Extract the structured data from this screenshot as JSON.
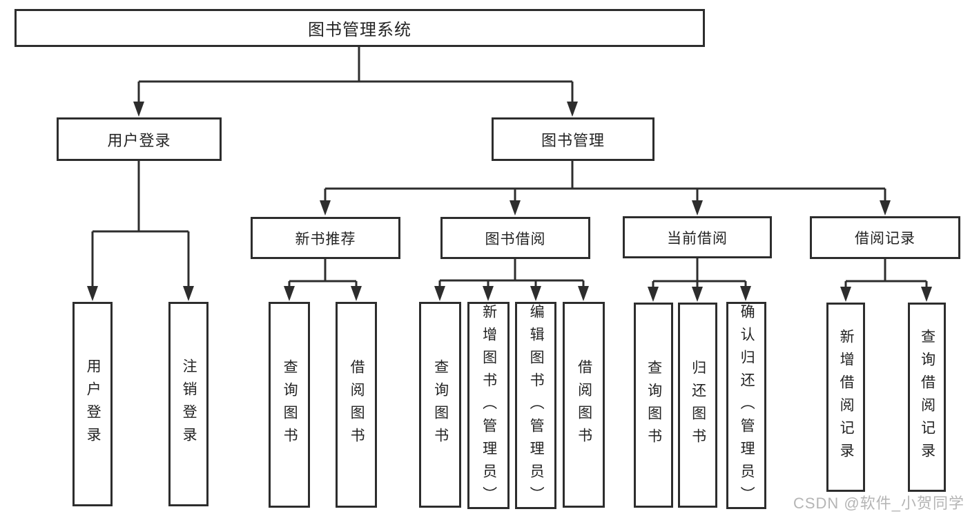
{
  "tree": {
    "root": {
      "label": "图书管理系统"
    },
    "children": [
      {
        "label": "用户登录",
        "children": [
          {
            "label": "用户登录"
          },
          {
            "label": "注销登录"
          }
        ]
      },
      {
        "label": "图书管理",
        "children": [
          {
            "label": "新书推荐",
            "children": [
              {
                "label": "查询图书"
              },
              {
                "label": "借阅图书"
              }
            ]
          },
          {
            "label": "图书借阅",
            "children": [
              {
                "label": "查询图书"
              },
              {
                "label": "新增图书（管理员）"
              },
              {
                "label": "编辑图书（管理员）"
              },
              {
                "label": "借阅图书"
              }
            ]
          },
          {
            "label": "当前借阅",
            "children": [
              {
                "label": "查询图书"
              },
              {
                "label": "归还图书"
              },
              {
                "label": "确认归还（管理员）"
              }
            ]
          },
          {
            "label": "借阅记录",
            "children": [
              {
                "label": "新增借阅记录"
              },
              {
                "label": "查询借阅记录"
              }
            ]
          }
        ]
      }
    ]
  },
  "watermark": {
    "text": "CSDN @软件_小贺同学"
  },
  "colors": {
    "line": "#2d2d2d",
    "text": "#232323",
    "box_background": "#ffffff",
    "watermark": "#a9a9a9",
    "background": "#ffffff"
  }
}
